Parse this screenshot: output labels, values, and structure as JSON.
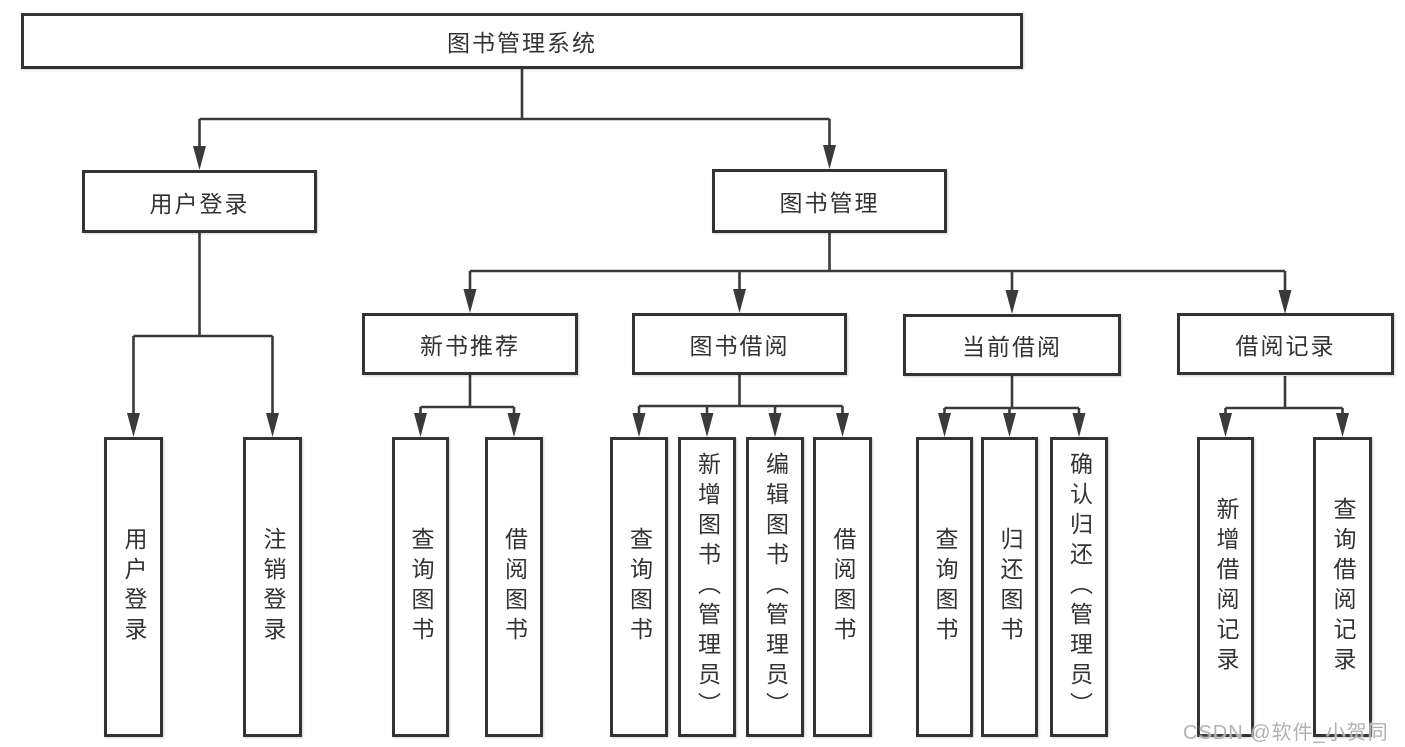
{
  "diagram": {
    "root": {
      "label": "图书管理系统"
    },
    "level2": [
      {
        "label": "用户登录"
      },
      {
        "label": "图书管理"
      }
    ],
    "level3": [
      {
        "label": "新书推荐"
      },
      {
        "label": "图书借阅"
      },
      {
        "label": "当前借阅"
      },
      {
        "label": "借阅记录"
      }
    ],
    "leaves": [
      {
        "label": "用户登录"
      },
      {
        "label": "注销登录"
      },
      {
        "label": "查询图书"
      },
      {
        "label": "借阅图书"
      },
      {
        "label": "查询图书"
      },
      {
        "label": "新增图书（管理员）"
      },
      {
        "label": "编辑图书（管理员）"
      },
      {
        "label": "借阅图书"
      },
      {
        "label": "查询图书"
      },
      {
        "label": "归还图书"
      },
      {
        "label": "确认归还（管理员）"
      },
      {
        "label": "新增借阅记录"
      },
      {
        "label": "查询借阅记录"
      }
    ],
    "hierarchy": {
      "图书管理系统": [
        "用户登录",
        "图书管理"
      ],
      "用户登录": [
        "用户登录",
        "注销登录"
      ],
      "图书管理": [
        "新书推荐",
        "图书借阅",
        "当前借阅",
        "借阅记录"
      ],
      "新书推荐": [
        "查询图书",
        "借阅图书"
      ],
      "图书借阅": [
        "查询图书",
        "新增图书（管理员）",
        "编辑图书（管理员）",
        "借阅图书"
      ],
      "当前借阅": [
        "查询图书",
        "归还图书",
        "确认归还（管理员）"
      ],
      "借阅记录": [
        "新增借阅记录",
        "查询借阅记录"
      ]
    }
  },
  "watermark": {
    "text": "CSDN @软件_小贺同学"
  },
  "colors": {
    "line": "#3a3a3a",
    "box_border": "#333333",
    "box_fill": "#ffffff",
    "text": "#333333",
    "watermark": "#b2b2b2"
  }
}
